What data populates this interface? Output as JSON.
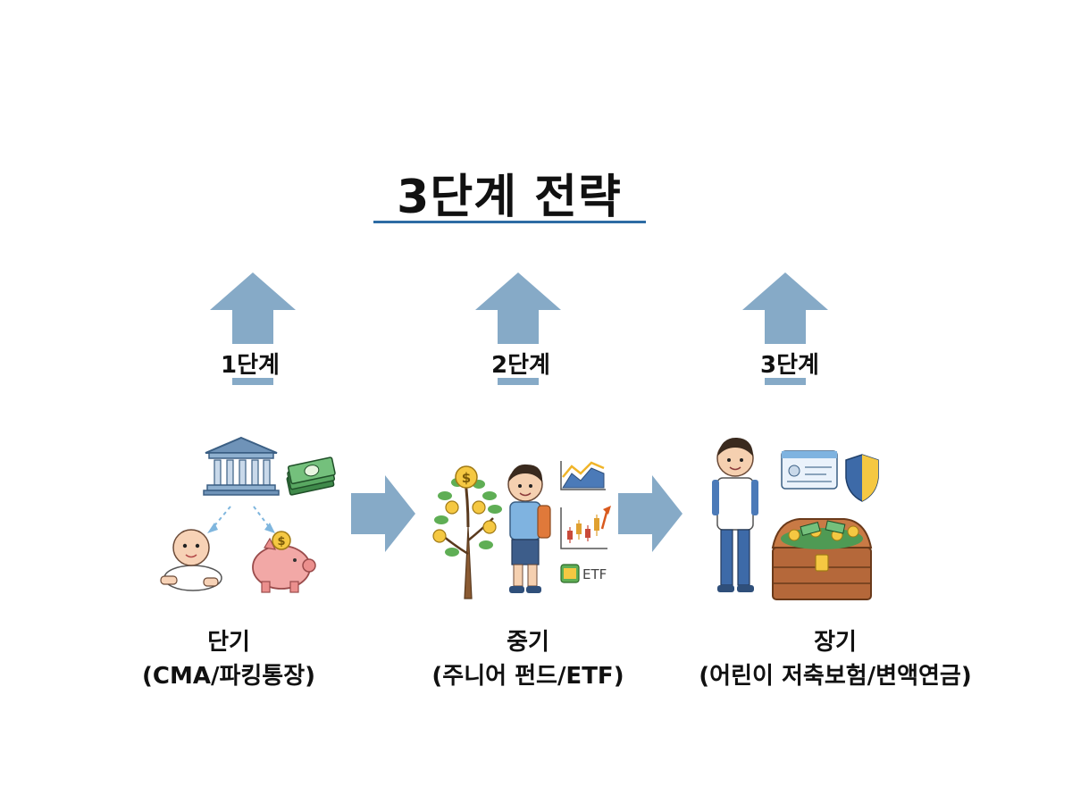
{
  "title": "3단계 전략",
  "colors": {
    "accent": "#2e6ca4",
    "arrow": "#86aac7"
  },
  "stages": [
    {
      "label": "1단계",
      "caption_line1": "단기",
      "caption_line2": "(CMA/파킹통장)",
      "icons": [
        "bank-icon",
        "money-stack-icon",
        "baby-icon",
        "piggy-bank-icon"
      ]
    },
    {
      "label": "2단계",
      "caption_line1": "중기",
      "caption_line2": "(주니어 펀드/ETF)",
      "icons": [
        "money-tree-icon",
        "student-boy-icon",
        "area-chart-icon",
        "candlestick-chart-icon",
        "etf-icon"
      ],
      "etf_text": "ETF"
    },
    {
      "label": "3단계",
      "caption_line1": "장기",
      "caption_line2": "(어린이 저축보험/변액연금)",
      "icons": [
        "student-boy-icon",
        "id-card-icon",
        "shield-icon",
        "treasure-chest-icon"
      ]
    }
  ]
}
